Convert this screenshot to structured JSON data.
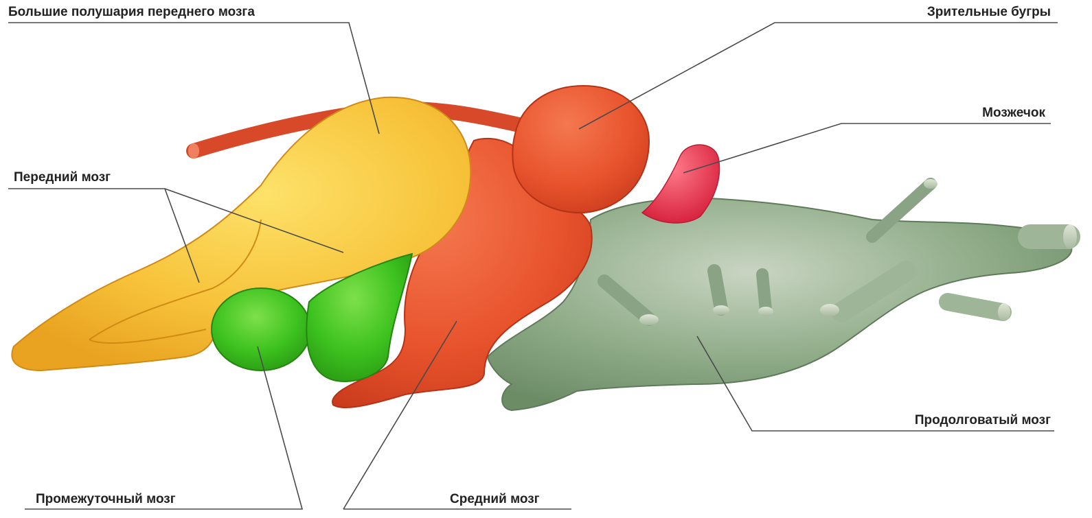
{
  "labels": {
    "cerebral_hemispheres": "Большие полушария переднего мозга",
    "forebrain": "Передний мозг",
    "diencephalon": "Промежуточный мозг",
    "midbrain": "Средний мозг",
    "optic_lobes": "Зрительные бугры",
    "cerebellum": "Мозжечок",
    "medulla": "Продолговатый мозг"
  },
  "colors": {
    "forebrain": "#f7c33a",
    "forebrain_dark": "#e69a1e",
    "diencephalon": "#3dc21f",
    "midbrain": "#e8532c",
    "optic_lobes": "#e04a26",
    "cerebellum": "#e8344f",
    "medulla": "#7e9e78"
  }
}
